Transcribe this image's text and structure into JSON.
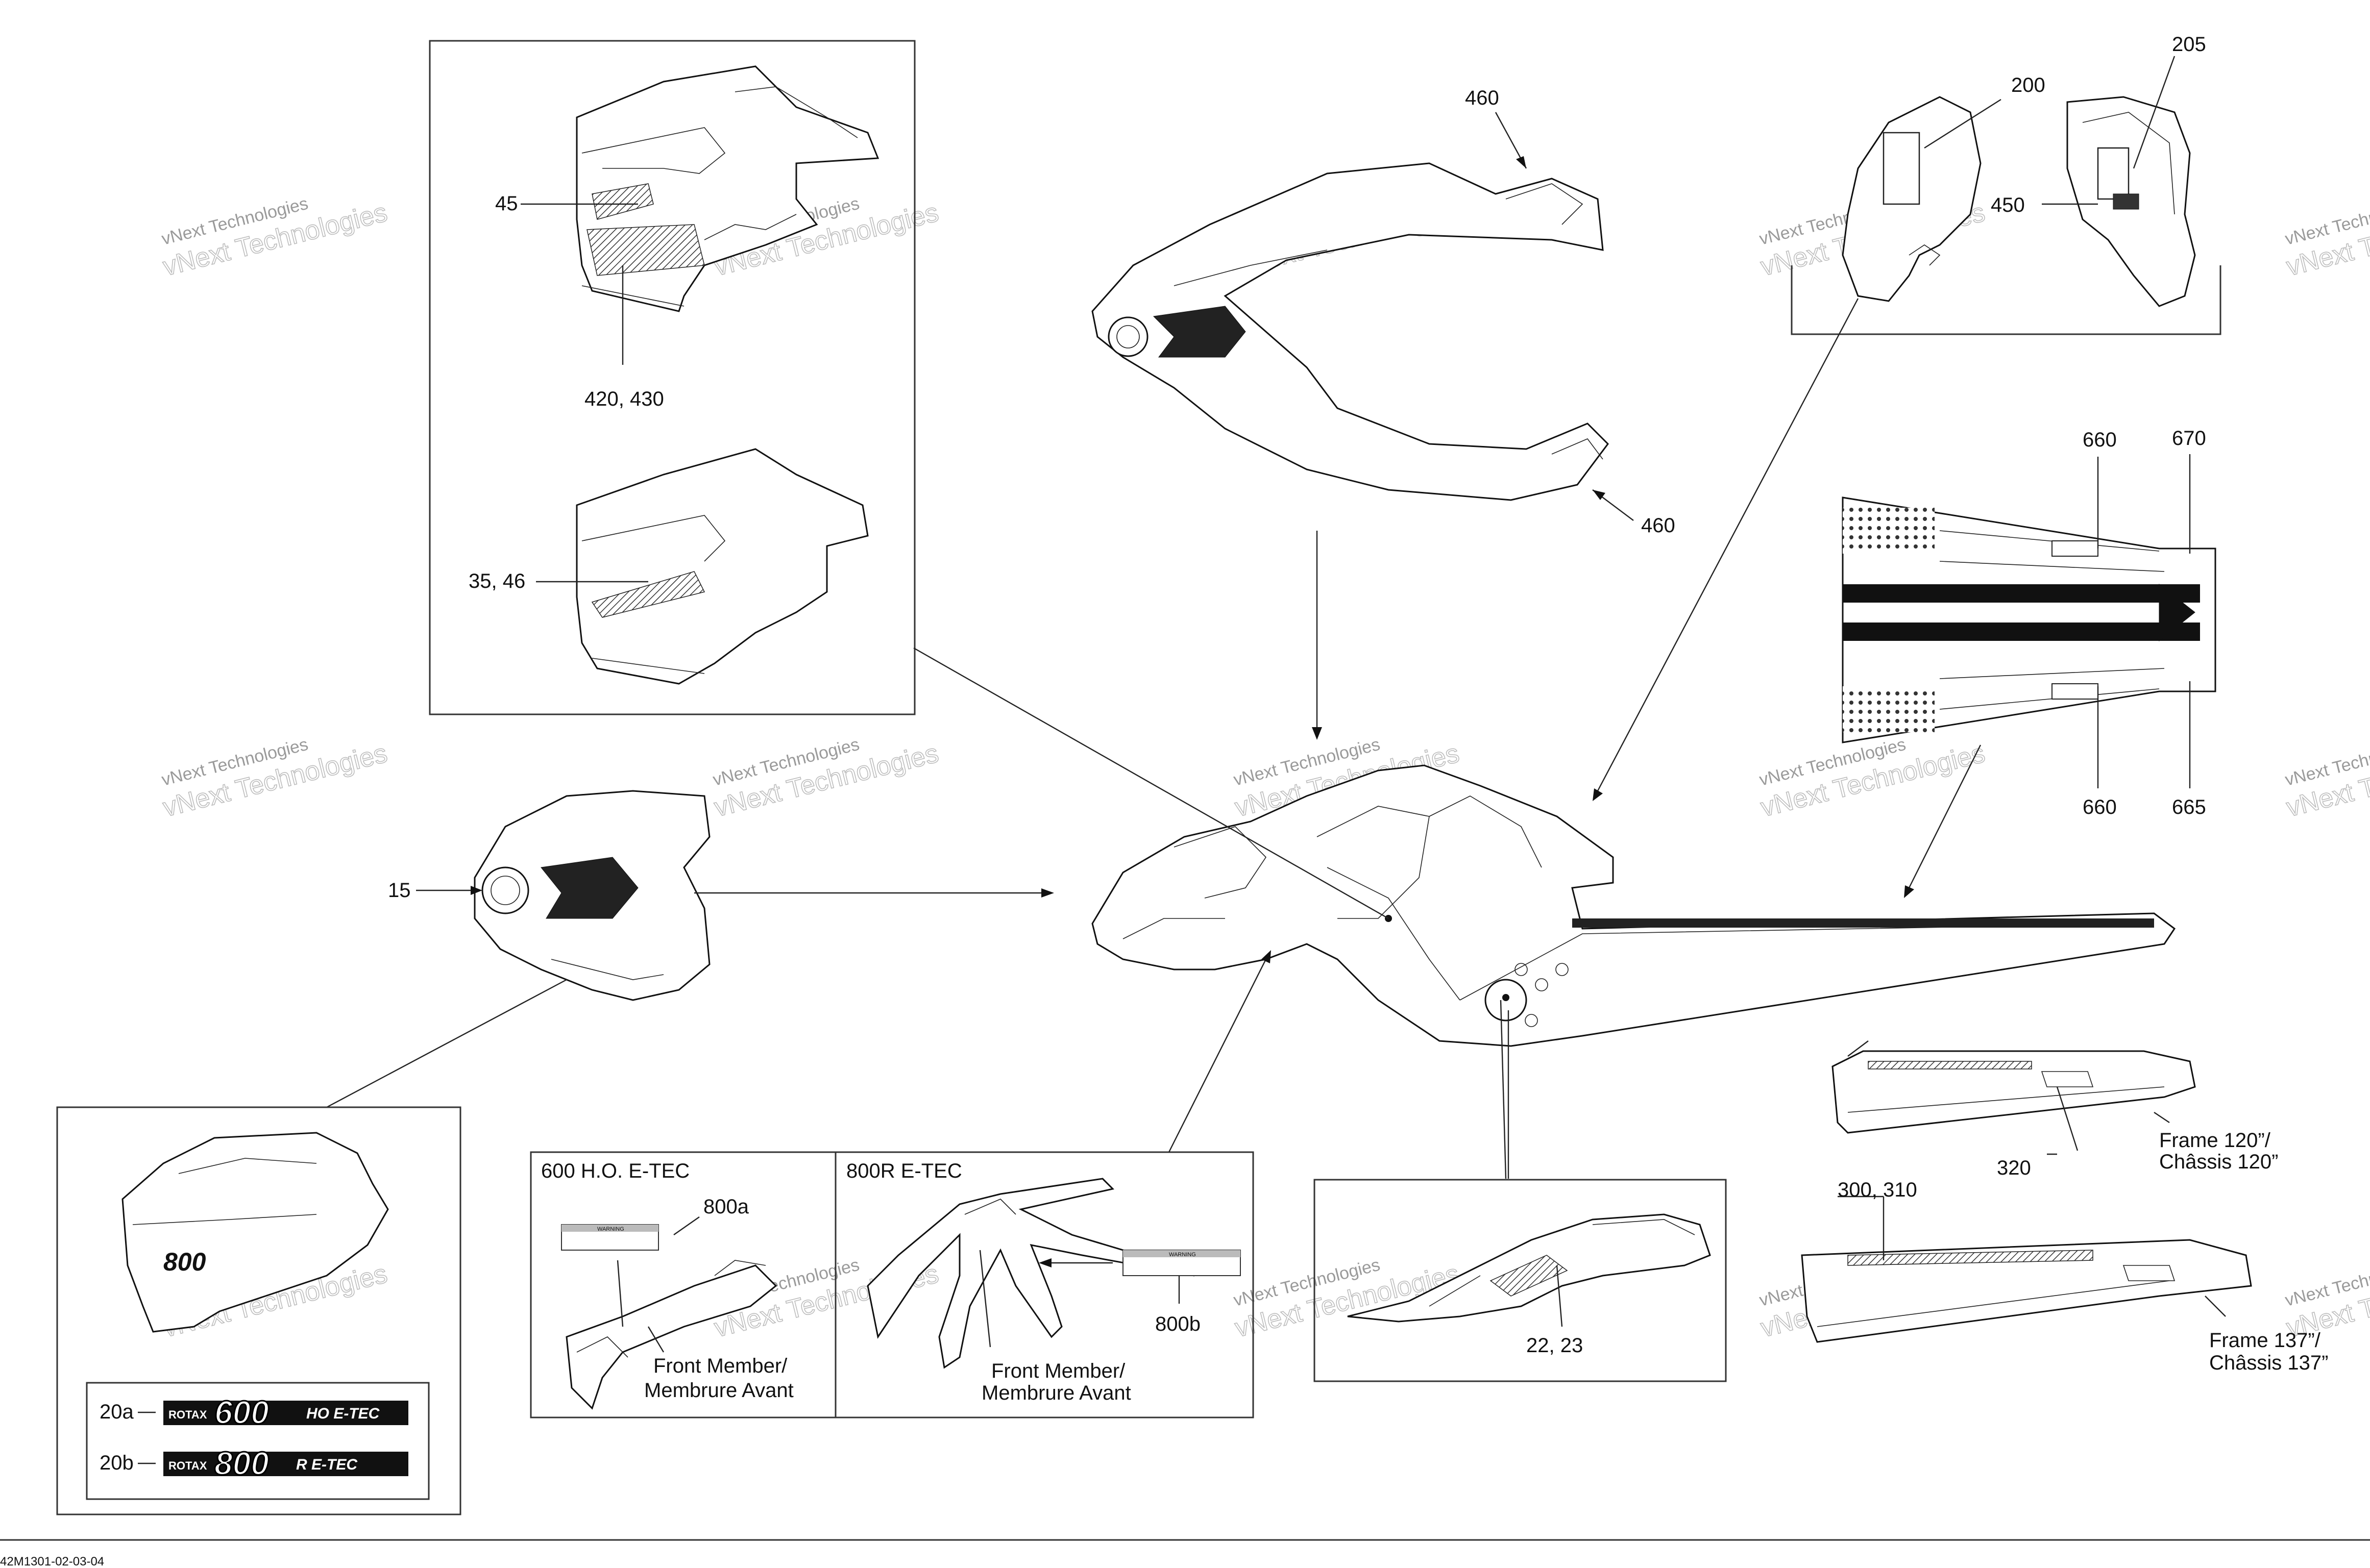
{
  "diagram": {
    "drawing_number": "42M1301-02-03-04",
    "watermark": {
      "line1": "vNext Technologies",
      "line2": "vNext Technologies"
    },
    "callouts": {
      "c45": "45",
      "c420_430": "420, 430",
      "c35_46": "35, 46",
      "c460_top": "460",
      "c460_bottom": "460",
      "c200": "200",
      "c205": "205",
      "c450": "450",
      "c660_top": "660",
      "c670": "670",
      "c660_bottom": "660",
      "c665": "665",
      "c15": "15",
      "c800a": "800a",
      "c800b": "800b",
      "c22_23": "22, 23",
      "c300_310": "300, 310",
      "c320": "320",
      "c20a": "20a",
      "c20b": "20b"
    },
    "frame_labels": {
      "frame120_en": "Frame 120”/",
      "frame120_fr": "Châssis 120”",
      "frame137_en": "Frame 137”/",
      "frame137_fr": "Châssis 137”"
    },
    "engine_panels": {
      "left_title": "600 H.O. E-TEC",
      "right_title": "800R E-TEC",
      "left_caption_en": "Front Member/",
      "left_caption_fr": "Membrure Avant",
      "right_caption_en": "Front Member/",
      "right_caption_fr": "Membrure Avant",
      "warning_word": "WARNING"
    },
    "decal_legend": {
      "rotax_word": "ROTAX",
      "logo_600": "600",
      "suffix_600": "HO E-TEC",
      "logo_800": "800",
      "suffix_800": "R E-TEC"
    }
  }
}
